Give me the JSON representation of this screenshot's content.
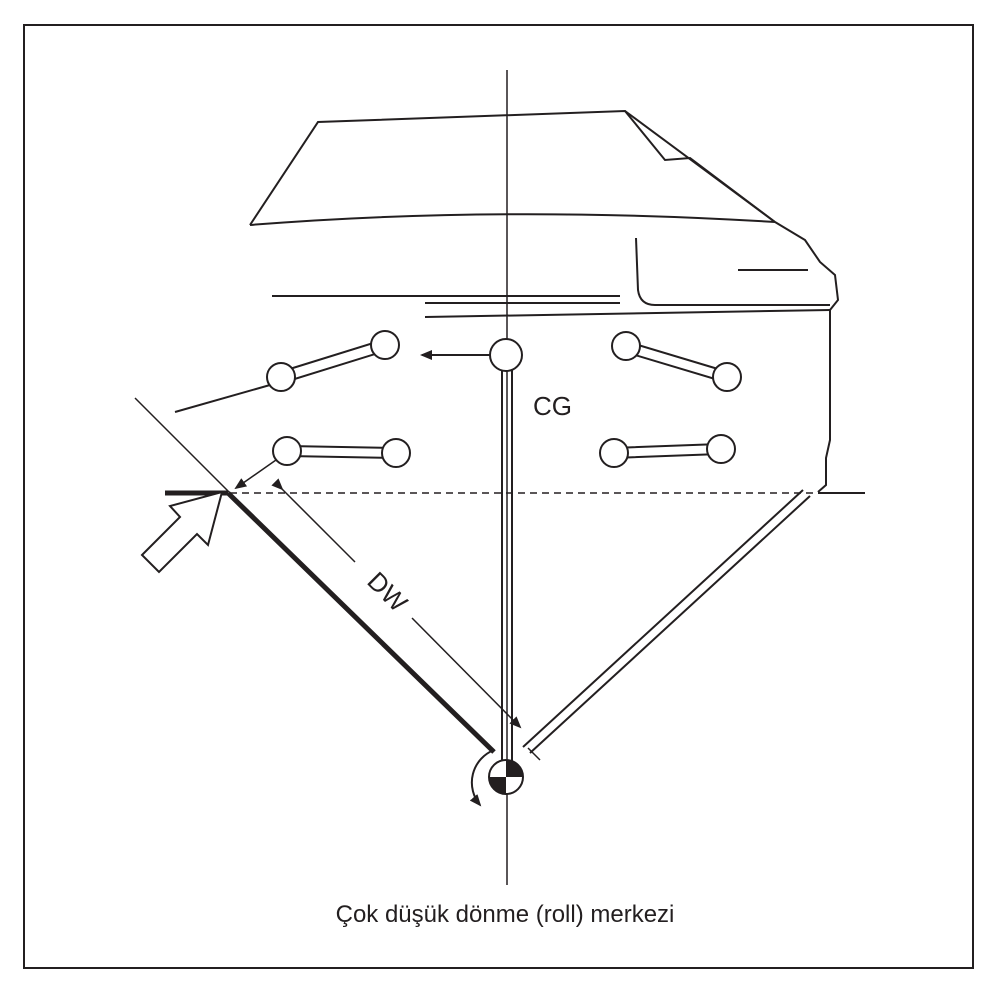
{
  "labels": {
    "cg": "CG",
    "dw": "DW",
    "caption": "Çok düşük dönme (roll) merkezi"
  },
  "colors": {
    "ink": "#231f20",
    "background": "#ffffff"
  }
}
